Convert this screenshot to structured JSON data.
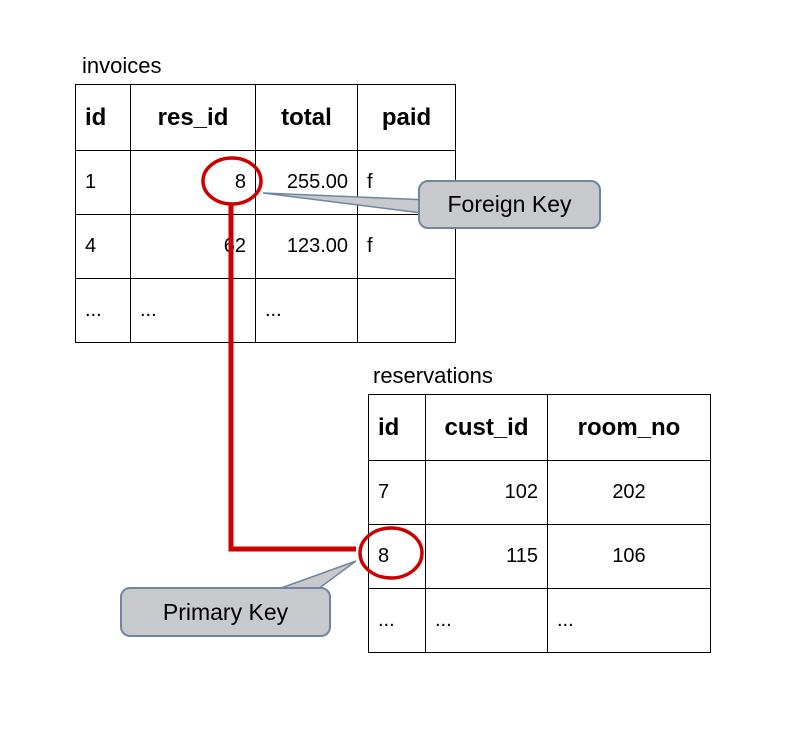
{
  "diagram": {
    "invoices": {
      "title": "invoices",
      "headers": [
        "id",
        "res_id",
        "total",
        "paid"
      ],
      "rows": [
        [
          "1",
          "8",
          "255.00",
          "f"
        ],
        [
          "4",
          "62",
          "123.00",
          "f"
        ],
        [
          "...",
          "...",
          "...",
          ""
        ]
      ]
    },
    "reservations": {
      "title": "reservations",
      "headers": [
        "id",
        "cust_id",
        "room_no"
      ],
      "rows": [
        [
          "7",
          "102",
          "202"
        ],
        [
          "8",
          "115",
          "106"
        ],
        [
          "...",
          "...",
          "..."
        ]
      ]
    },
    "callouts": {
      "foreign_key": "Foreign Key",
      "primary_key": "Primary Key"
    },
    "relationship": {
      "from": "invoices.res_id = 8",
      "to": "reservations.id = 8"
    },
    "colors": {
      "highlight_red": "#cc0000",
      "callout_fill": "#c7c9cd",
      "callout_border": "#70869f",
      "table_border": "#000000"
    }
  }
}
